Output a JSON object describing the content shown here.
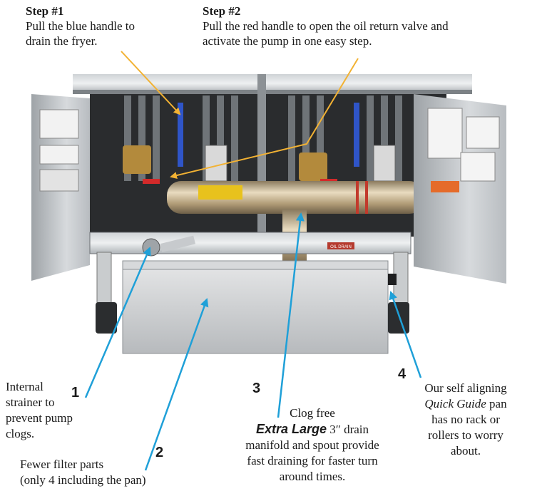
{
  "step1": {
    "title": "Step #1",
    "line1": "Pull the blue handle to",
    "line2": "drain the fryer."
  },
  "step2": {
    "title": "Step #2",
    "line1": "Pull the red handle to open the oil return valve and",
    "line2": "activate the pump in one easy step."
  },
  "callout1": {
    "number": "1",
    "line1": "Internal",
    "line2": "strainer to",
    "line3": "prevent pump",
    "line4": "clogs."
  },
  "callout2": {
    "number": "2",
    "line1": "Fewer filter parts",
    "line2": "(only 4 including the pan)"
  },
  "callout3": {
    "number": "3",
    "line1": "Clog free",
    "emph": "Extra Large",
    "line2_rest": " 3″ drain",
    "line3": "manifold and spout provide",
    "line4": "fast draining for faster turn",
    "line5": "around times."
  },
  "callout4": {
    "number": "4",
    "line1": "Our self aligning",
    "italic": "Quick Guide",
    "line2_rest": " pan",
    "line3": "has no rack or",
    "line4": "rollers to worry",
    "line5": "about."
  },
  "photo_labels": {
    "drain_tag": "OIL DRAIN"
  },
  "colors": {
    "yellow_arrow": "#f2b233",
    "blue_arrow": "#1fa0d8"
  }
}
